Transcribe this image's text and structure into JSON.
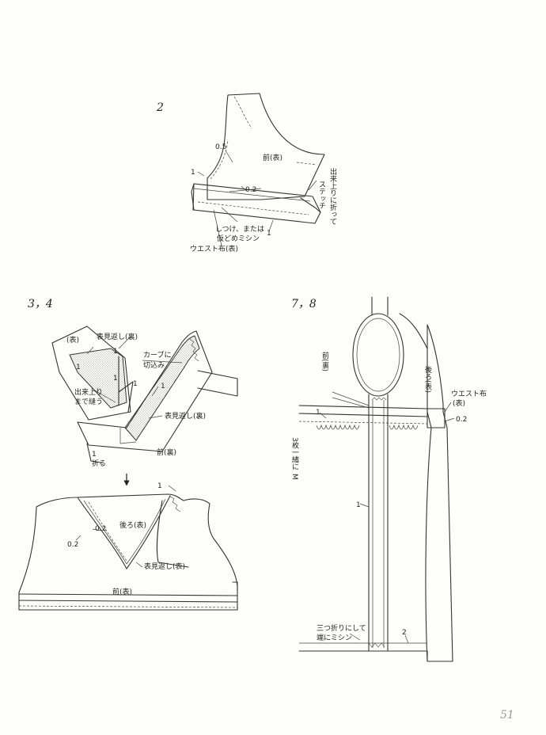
{
  "page_number": "51",
  "steps": {
    "s2": {
      "number": "2",
      "front_right": "前(表)",
      "finished_fold_a": "出来上りに折って",
      "finished_fold_b": "ステッチ",
      "basting_a": "しつけ、または",
      "basting_b": "仮どめミシン",
      "waist_fabric": "ウエスト布(表)",
      "m05": "0.5",
      "m1a": "1",
      "m02": "0.2",
      "m1b": "1"
    },
    "s34": {
      "number": "3，4",
      "right_side": "(表)",
      "facing_wrong_top": "表見返し(裏)",
      "curve_a": "カーブに",
      "curve_b": "切込み",
      "sew_a": "出来上り",
      "sew_b": "まで縫う",
      "m1a": "1",
      "m1b": "1",
      "m1c": "1",
      "m1d": "1",
      "facing_wrong_bottom": "表見返し(裏)",
      "fold1_a": "1",
      "fold1_b": "折る",
      "front_wrong": "前(裏)",
      "back_right": "後ろ(表)",
      "m02a": "0.2",
      "m02b": "0.2",
      "facing_right": "表見返し(表)",
      "front_right": "前(表)",
      "m1e": "1"
    },
    "s78": {
      "number": "7，8",
      "front_wrong": "前(裏)",
      "back_right": "後ろ(表)",
      "waist_fabric_a": "ウエスト布",
      "waist_fabric_b": "(表)",
      "m02": "0.2",
      "m1a": "1",
      "gather_a": "3枚一緒に",
      "gather_b": "M",
      "m1b": "1",
      "hem_a": "三つ折りにして",
      "hem_b": "端にミシン",
      "m2": "2"
    }
  }
}
